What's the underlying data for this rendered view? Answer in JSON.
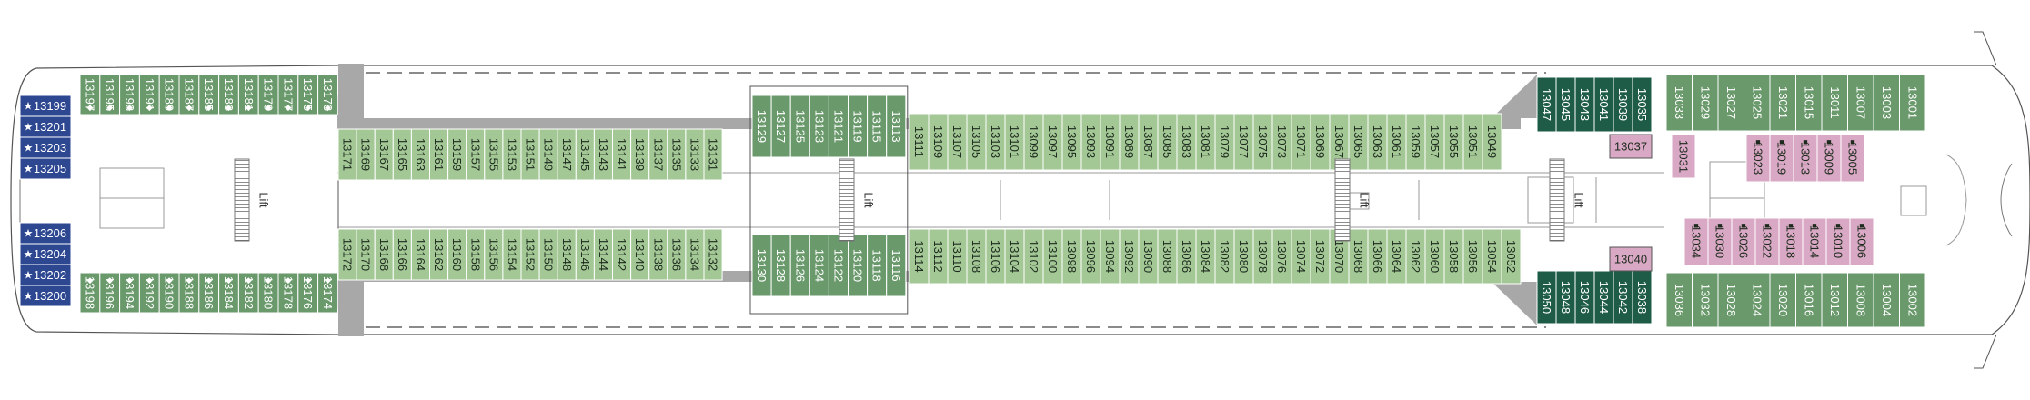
{
  "deck": {
    "lift_label": "Lift",
    "star_glyph": "★",
    "diamond_glyph": "◆",
    "square_glyph": "■",
    "colors": {
      "light_green": "#a3c896",
      "mid_green": "#6a9a6c",
      "dark_green": "#1e5c47",
      "pink": "#d9a8c4",
      "navy": "#2d4791",
      "outline": "#555555",
      "grey": "#a8a8a8"
    },
    "icons": [
      "star-icon",
      "diamond-icon",
      "square-icon",
      "lift-icon"
    ],
    "star_suites": {
      "top": [
        "13199",
        "13201",
        "13203",
        "13205"
      ],
      "bottom": [
        "13206",
        "13204",
        "13202",
        "13200"
      ]
    },
    "aft_top": [
      "13197",
      "13195",
      "13193",
      "13191",
      "13189",
      "13187",
      "13185",
      "13183",
      "13181",
      "13179",
      "13177",
      "13175",
      "13173"
    ],
    "aft_bottom": [
      "13198",
      "13196",
      "13194",
      "13192",
      "13190",
      "13188",
      "13186",
      "13184",
      "13182",
      "13180",
      "13178",
      "13176",
      "13174"
    ],
    "top_row_a": [
      "13171",
      "13169",
      "13167",
      "13165",
      "13163",
      "13161",
      "13159",
      "13157",
      "13155",
      "13153",
      "13151",
      "13149",
      "13147",
      "13145",
      "13143",
      "13141",
      "13139",
      "13137",
      "13135",
      "13133",
      "13131"
    ],
    "top_mid": [
      "13129",
      "13127",
      "13125",
      "13123",
      "13121",
      "13119",
      "13115",
      "13113"
    ],
    "top_row_b": [
      "13111",
      "13109",
      "13107",
      "13105",
      "13103",
      "13101",
      "13099",
      "13097",
      "13095",
      "13093",
      "13091",
      "13089",
      "13087",
      "13085",
      "13083",
      "13081",
      "13079",
      "13077",
      "13075",
      "13073",
      "13071",
      "13069",
      "13067",
      "13065",
      "13063",
      "13061",
      "13059",
      "13057",
      "13055",
      "13051",
      "13049"
    ],
    "bottom_row_a": [
      "13172",
      "13170",
      "13168",
      "13166",
      "13164",
      "13162",
      "13160",
      "13158",
      "13156",
      "13154",
      "13152",
      "13150",
      "13148",
      "13146",
      "13144",
      "13142",
      "13140",
      "13138",
      "13136",
      "13134",
      "13132"
    ],
    "bottom_mid": [
      "13130",
      "13128",
      "13126",
      "13124",
      "13122",
      "13120",
      "13118",
      "13116"
    ],
    "bottom_row_b": [
      "13114",
      "13112",
      "13110",
      "13108",
      "13106",
      "13104",
      "13102",
      "13100",
      "13098",
      "13096",
      "13094",
      "13092",
      "13090",
      "13088",
      "13086",
      "13084",
      "13082",
      "13080",
      "13078",
      "13076",
      "13074",
      "13072",
      "13070",
      "13068",
      "13066",
      "13064",
      "13062",
      "13060",
      "13058",
      "13056",
      "13054",
      "13052"
    ],
    "fwd_dark_top": [
      "13047",
      "13045",
      "13043",
      "13041",
      "13039",
      "13035"
    ],
    "fwd_dark_bottom": [
      "13050",
      "13048",
      "13046",
      "13044",
      "13042",
      "13038"
    ],
    "bow_top": [
      "13033",
      "13029",
      "13027",
      "13025",
      "13021",
      "13015",
      "13011",
      "13007",
      "13003",
      "13001"
    ],
    "bow_bottom": [
      "13036",
      "13032",
      "13028",
      "13024",
      "13020",
      "13016",
      "13012",
      "13008",
      "13004",
      "13002"
    ],
    "pink_singles": {
      "upper": "13037",
      "lower": "13040",
      "vertical": "13031"
    },
    "pink_top": [
      "13023",
      "13019",
      "13013",
      "13009",
      "13005"
    ],
    "pink_bottom": [
      "13034",
      "13030",
      "13026",
      "13022",
      "13018",
      "13014",
      "13010",
      "13006"
    ]
  }
}
